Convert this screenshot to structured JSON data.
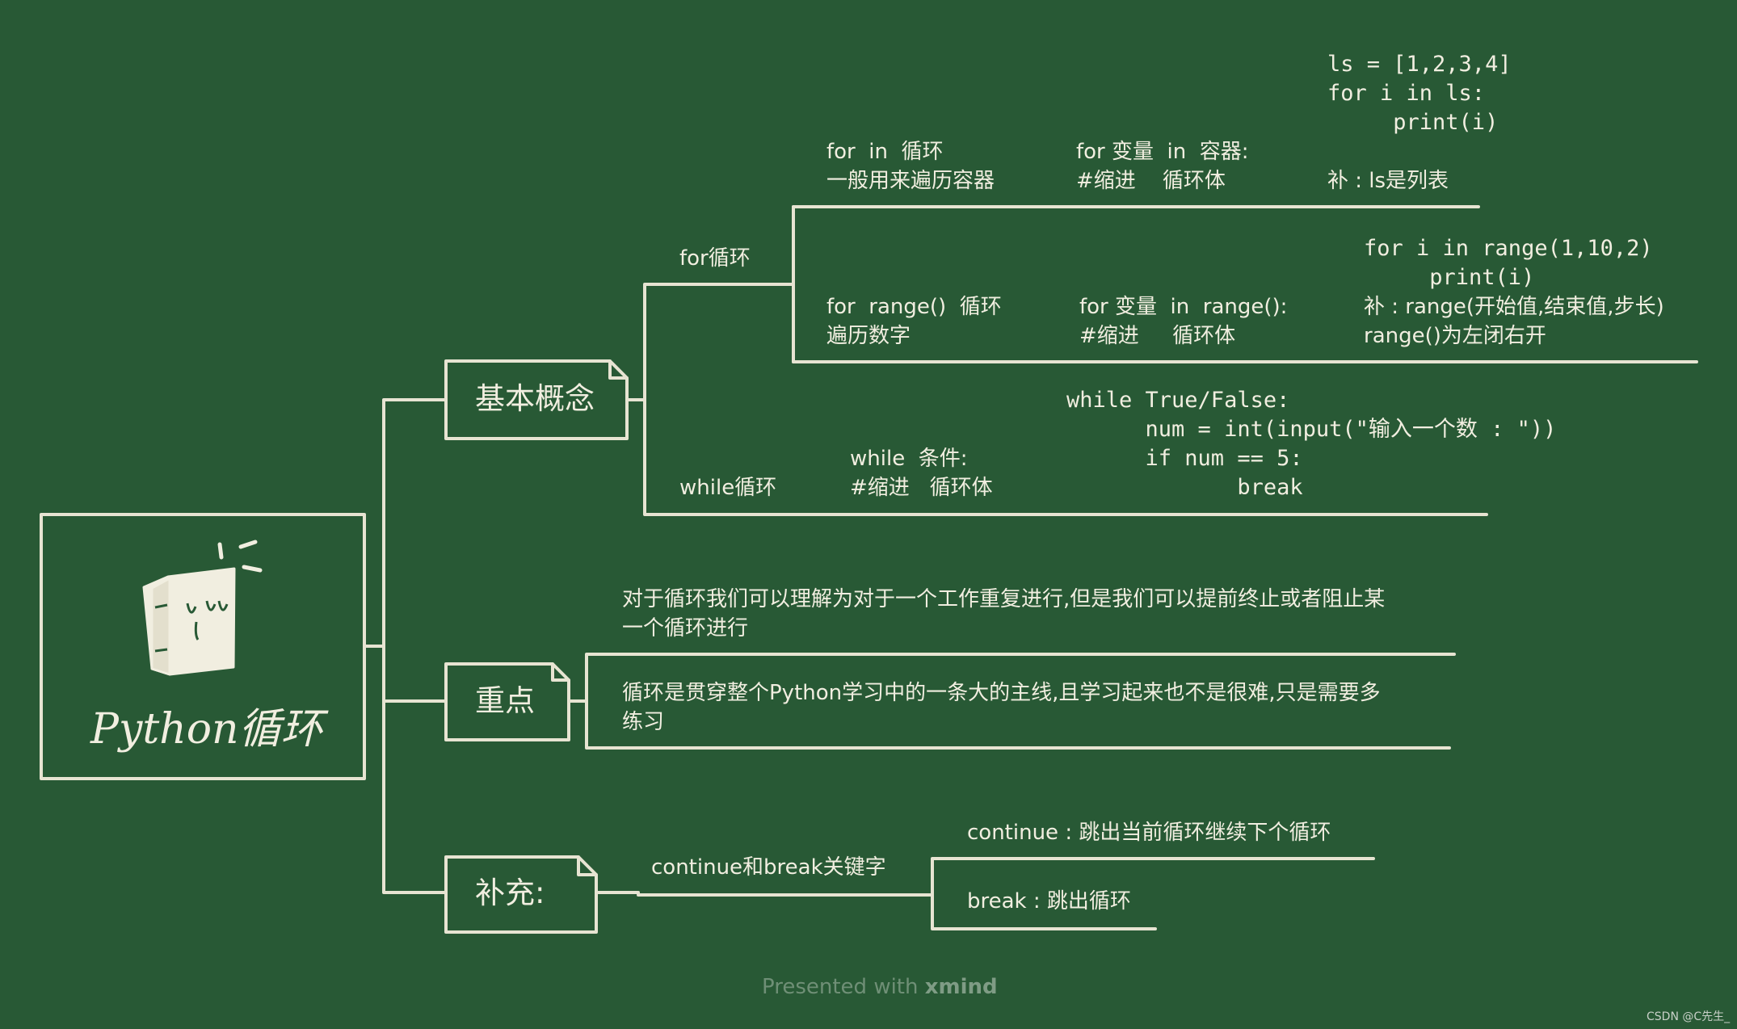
{
  "root": {
    "title": "Python循环"
  },
  "topics": {
    "basic": {
      "label": "基本概念",
      "for_loop": {
        "label": "for循环",
        "for_in": {
          "title": "for  in  循环",
          "desc": "一般用来遍历容器",
          "syntax_1": "for 变量  in  容器:",
          "syntax_2": "#缩进    循环体",
          "example": "ls = [1,2,3,4]\nfor i in ls:\n     print(i)",
          "note": "补 : ls是列表"
        },
        "for_range": {
          "title": "for  range()  循环",
          "desc": "遍历数字",
          "syntax_1": "for 变量  in  range():",
          "syntax_2": "#缩进     循环体",
          "example": "for i in range(1,10,2)\n     print(i)",
          "note_1": "补 : range(开始值,结束值,步长)",
          "note_2": "range()为左闭右开"
        }
      },
      "while_loop": {
        "label": "while循环",
        "syntax_1": "while  条件:",
        "syntax_2": "#缩进   循环体",
        "example": "while True/False:\n      num = int(input(\"输入一个数 : \"))\n      if num == 5:\n             break"
      }
    },
    "key": {
      "label": "重点",
      "point_1": "对于循环我们可以理解为对于一个工作重复进行,但是我们可以提前终止或者阻止某\n一个循环进行",
      "point_2": "循环是贯穿整个Python学习中的一条大的主线,且学习起来也不是很难,只是需要多\n练习"
    },
    "supplement": {
      "label": "补充:",
      "keywords": {
        "label": "continue和break关键字",
        "continue": "continue : 跳出当前循环继续下个循环",
        "break": "break : 跳出循环"
      }
    }
  },
  "footer": {
    "prefix": "Presented with ",
    "brand": "xmind"
  },
  "watermark": "CSDN @C先生_",
  "colors": {
    "background": "#285935",
    "chalk": "#f1eee0",
    "footer": "#6f8f76"
  }
}
